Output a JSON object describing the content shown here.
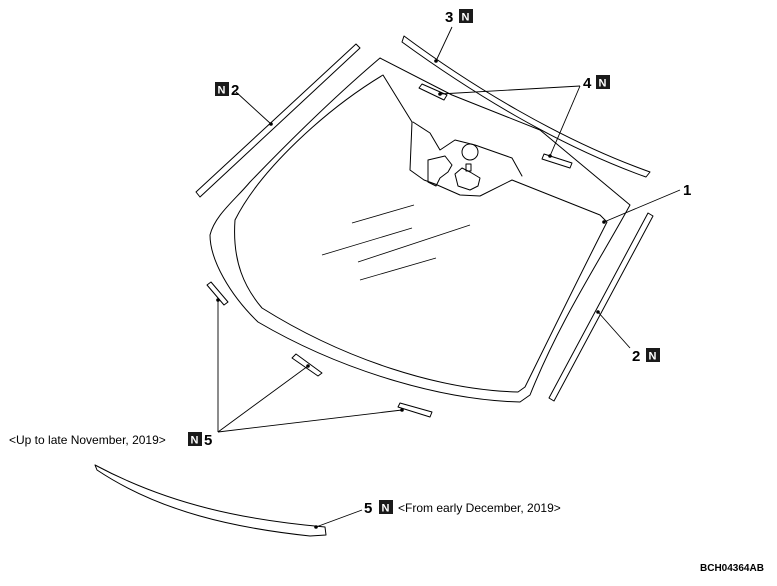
{
  "callouts": {
    "part1": "1",
    "part2_left": "2",
    "part2_right": "2",
    "part3": "3",
    "part4": "4",
    "part5_upper": "5",
    "part5_lower": "5"
  },
  "badge": {
    "letter": "N",
    "meaning": "new-part"
  },
  "notes": {
    "up_to": "<Up to late November, 2019>",
    "from": "<From early December, 2019>"
  },
  "figure_code": "BCH04364AB",
  "colors": {
    "line": "#000000",
    "badge_bg": "#1a1a1a",
    "badge_fg": "#ffffff"
  }
}
